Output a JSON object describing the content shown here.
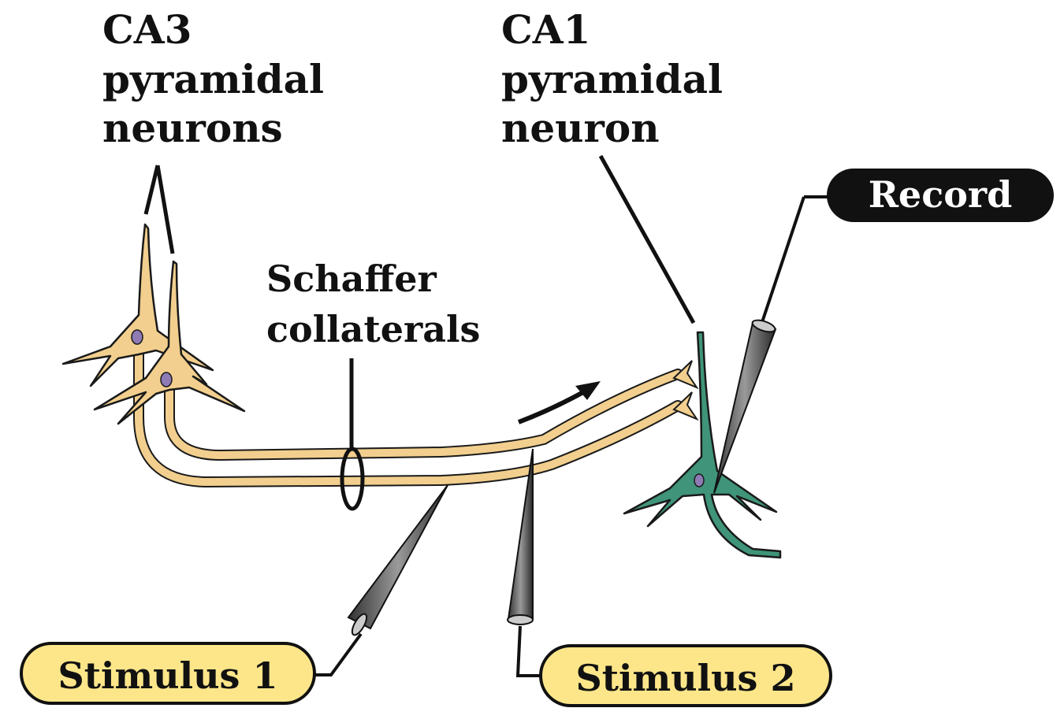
{
  "labels": {
    "ca3": [
      "CA3",
      "pyramidal",
      "neurons"
    ],
    "ca1": [
      "CA1",
      "pyramidal",
      "neuron"
    ],
    "schaffer": [
      "Schaffer",
      "collaterals"
    ],
    "record": "Record",
    "stimulus1": "Stimulus 1",
    "stimulus2": "Stimulus 2"
  },
  "colors": {
    "ca3_neuron": "#f2cf8e",
    "ca1_neuron": "#3f9479",
    "nucleus": "#8e7bb5",
    "outline": "#1a1a1a",
    "stimulus_tag": "#fde68a",
    "record_tag": "#111111",
    "electrode": "#555555"
  }
}
